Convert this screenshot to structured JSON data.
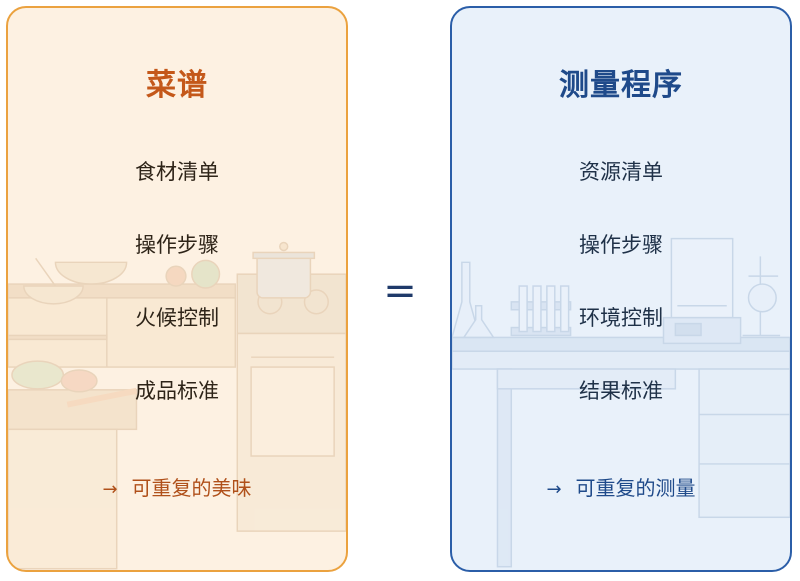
{
  "left": {
    "title": "菜谱",
    "items": [
      "食材清单",
      "操作步骤",
      "火候控制",
      "成品标准"
    ],
    "result_arrow": "→",
    "result": "可重复的美味"
  },
  "equals_sign": "=",
  "right": {
    "title": "测量程序",
    "items": [
      "资源清单",
      "操作步骤",
      "环境控制",
      "结果标准"
    ],
    "result_arrow": "→",
    "result": "可重复的测量"
  },
  "colors": {
    "left_border": "#eba23f",
    "left_title": "#c4581a",
    "right_border": "#2b5ea8",
    "right_title": "#1f4a8a"
  },
  "background_scenes": {
    "left": "kitchen-illustration",
    "right": "laboratory-illustration"
  }
}
